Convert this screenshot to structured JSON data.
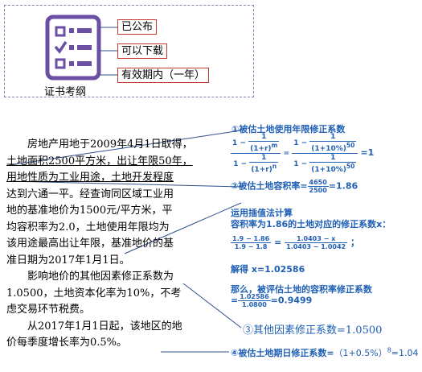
{
  "cert": {
    "title": "证书考纲",
    "items": [
      "已公布",
      "可以下载",
      "有效期内（一年）"
    ]
  },
  "body": {
    "p1": [
      "房地产用地于2009年4月1日取得，",
      "土地面积2500平方米，出让年限50年，",
      "用地性质为工业用途，土地开发程度",
      "达到六通一平。经查询同区域工业用",
      "地的基准地价为1500元/平方米，平",
      "均容积率为2.0，土地使用年限均为",
      "该用途最高出让年限，基准地价的基",
      "准日期为2017年1月1日。"
    ],
    "p2": [
      "影响地价的其他因素修正系数为",
      "1.0500，土地资本化率为10%，不考",
      "虑交易环节税费。"
    ],
    "p3": [
      "从2017年1月1日起，该地区的地",
      "价每季度增长率为0.5%。"
    ]
  },
  "notes": {
    "n1_title": "①被估土地使用年限修正系数",
    "n1_one": "1",
    "n1_minus": "1 −",
    "n1_onep_r": "(1+r)",
    "n1_m": "m",
    "n1_n": "n",
    "n1_onep10": "(1+10%)",
    "n1_50": "50",
    "n1_eq": "=",
    "n1_result": "=1",
    "n2_title": "②被估土地容积率=",
    "n2_num": "4650",
    "n2_den": "2500",
    "n2_result": "=1.86",
    "n3_line1": "运用插值法计算",
    "n3_line2": "容积率为1.86的土地对应的修正系数x：",
    "n3_f1_num": "1.9 − 1.86",
    "n3_f1_den": "1.9 − 1.8",
    "n3_eq": "=",
    "n3_f2_num": "1.0403 − x",
    "n3_f2_den": "1.0403 − 1.0042",
    "n3_semicolon": "；",
    "n3_solve": "解得 x=1.02586",
    "n4_line1": "那么，被评估土地的容积率修正系数",
    "n4_eq": "=",
    "n4_num": "1.02586",
    "n4_den": "1.0800",
    "n4_result": "=0.9499",
    "n5": "③其他因素修正系数=1.0500",
    "n6_pre": "④被估土地期日修正系数=",
    "n6_base": "（1+0.5%）",
    "n6_exp": "8",
    "n6_result": "=1.04"
  },
  "colors": {
    "accent": "#1f5fb5",
    "tag_border": "#c0392b",
    "icon": "#6b4fa3"
  }
}
